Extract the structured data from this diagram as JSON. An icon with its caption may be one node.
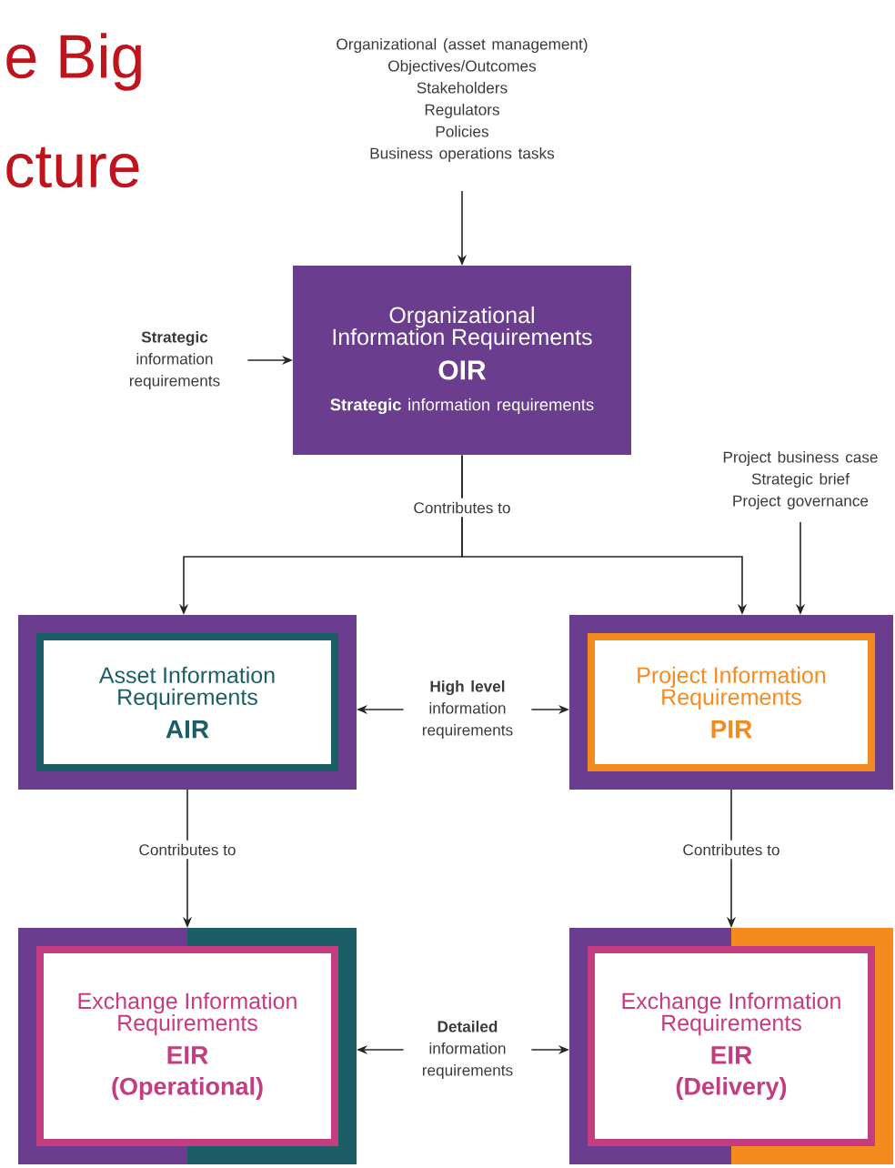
{
  "diagram": {
    "nodes": [
      {
        "text": [
          "Organizational (asset management)",
          "Objectives/Outcomes",
          "Stakeholders",
          "Regulators",
          "Policies",
          "Business operations tasks"
        ]
      },
      {
        "text": [
          "**Strategic** information requirements"
        ]
      },
      {
        "text": [
          "Organizational Information Requirements",
          "OIR",
          "**Strategic** information requirements"
        ]
      },
      {
        "text": [
          "Project business case",
          "Strategic brief",
          "Project governance"
        ]
      },
      {
        "text": [
          "Asset Information Requirements",
          "AIR"
        ]
      },
      {
        "text": [
          "Project Information Requirements",
          "PIR"
        ]
      },
      {
        "text": [
          "**High level** information requirements"
        ]
      },
      {
        "text": [
          "Exchange Information Requirements",
          "EIR",
          "(Operational)"
        ]
      },
      {
        "text": [
          "Exchange Information Requirements",
          "EIR",
          "(Delivery)"
        ]
      },
      {
        "text": [
          "**Detailed** information requirements"
        ]
      }
    ],
    "edges": [
      {
        "from": 0,
        "to": 2,
        "arrow": "to"
      },
      {
        "from": 1,
        "to": 2,
        "arrow": "to"
      },
      {
        "from": 2,
        "to": 4,
        "arrow": "to",
        "label": "Contributes to"
      },
      {
        "from": 2,
        "to": 5,
        "arrow": "to"
      },
      {
        "from": 3,
        "to": 5,
        "arrow": "to"
      },
      {
        "from": 6,
        "to": 4,
        "arrow": "to"
      },
      {
        "from": 6,
        "to": 5,
        "arrow": "to"
      },
      {
        "from": 4,
        "to": 7,
        "arrow": "to",
        "label": "Contributes to"
      },
      {
        "from": 5,
        "to": 8,
        "arrow": "to",
        "label": "Contributes to"
      },
      {
        "from": 9,
        "to": 7,
        "arrow": "to"
      },
      {
        "from": 9,
        "to": 8,
        "arrow": "to"
      }
    ],
    "labels": [
      "e Big",
      "cture"
    ]
  }
}
